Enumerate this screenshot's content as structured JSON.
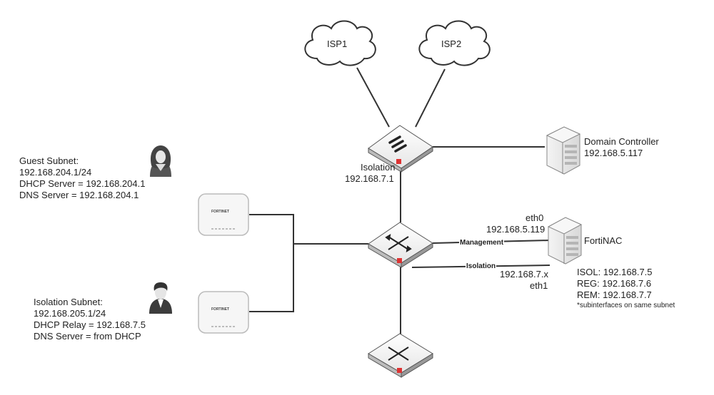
{
  "clouds": {
    "isp1": "ISP1",
    "isp2": "ISP2"
  },
  "firewall": {
    "name": "Isolation",
    "ip": "192.168.7.1"
  },
  "domain_controller": {
    "name": "Domain Controller",
    "ip": "192.168.5.117"
  },
  "fortinac": {
    "name": "FortiNAC",
    "eth0": "eth0",
    "eth0_ip": "192.168.5.119",
    "eth1": "eth1",
    "eth1_ip": "192.168.7.x",
    "isol": "ISOL: 192.168.7.5",
    "reg": "REG: 192.168.7.6",
    "rem": "REM: 192.168.7.7",
    "note": "*subinterfaces on same subnet"
  },
  "links": {
    "management": "Management",
    "isolation": "Isolation"
  },
  "guest_subnet": {
    "title": "Guest Subnet:",
    "subnet": "192.168.204.1/24",
    "dhcp": "DHCP Server = 192.168.204.1",
    "dns": "DNS Server = 192.168.204.1"
  },
  "isolation_subnet": {
    "title": "Isolation Subnet:",
    "subnet": "192.168.205.1/24",
    "dhcp": "DHCP Relay = 192.168.7.5",
    "dns": "DNS Server = from DHCP"
  },
  "access_point_brand": "FORTINET"
}
